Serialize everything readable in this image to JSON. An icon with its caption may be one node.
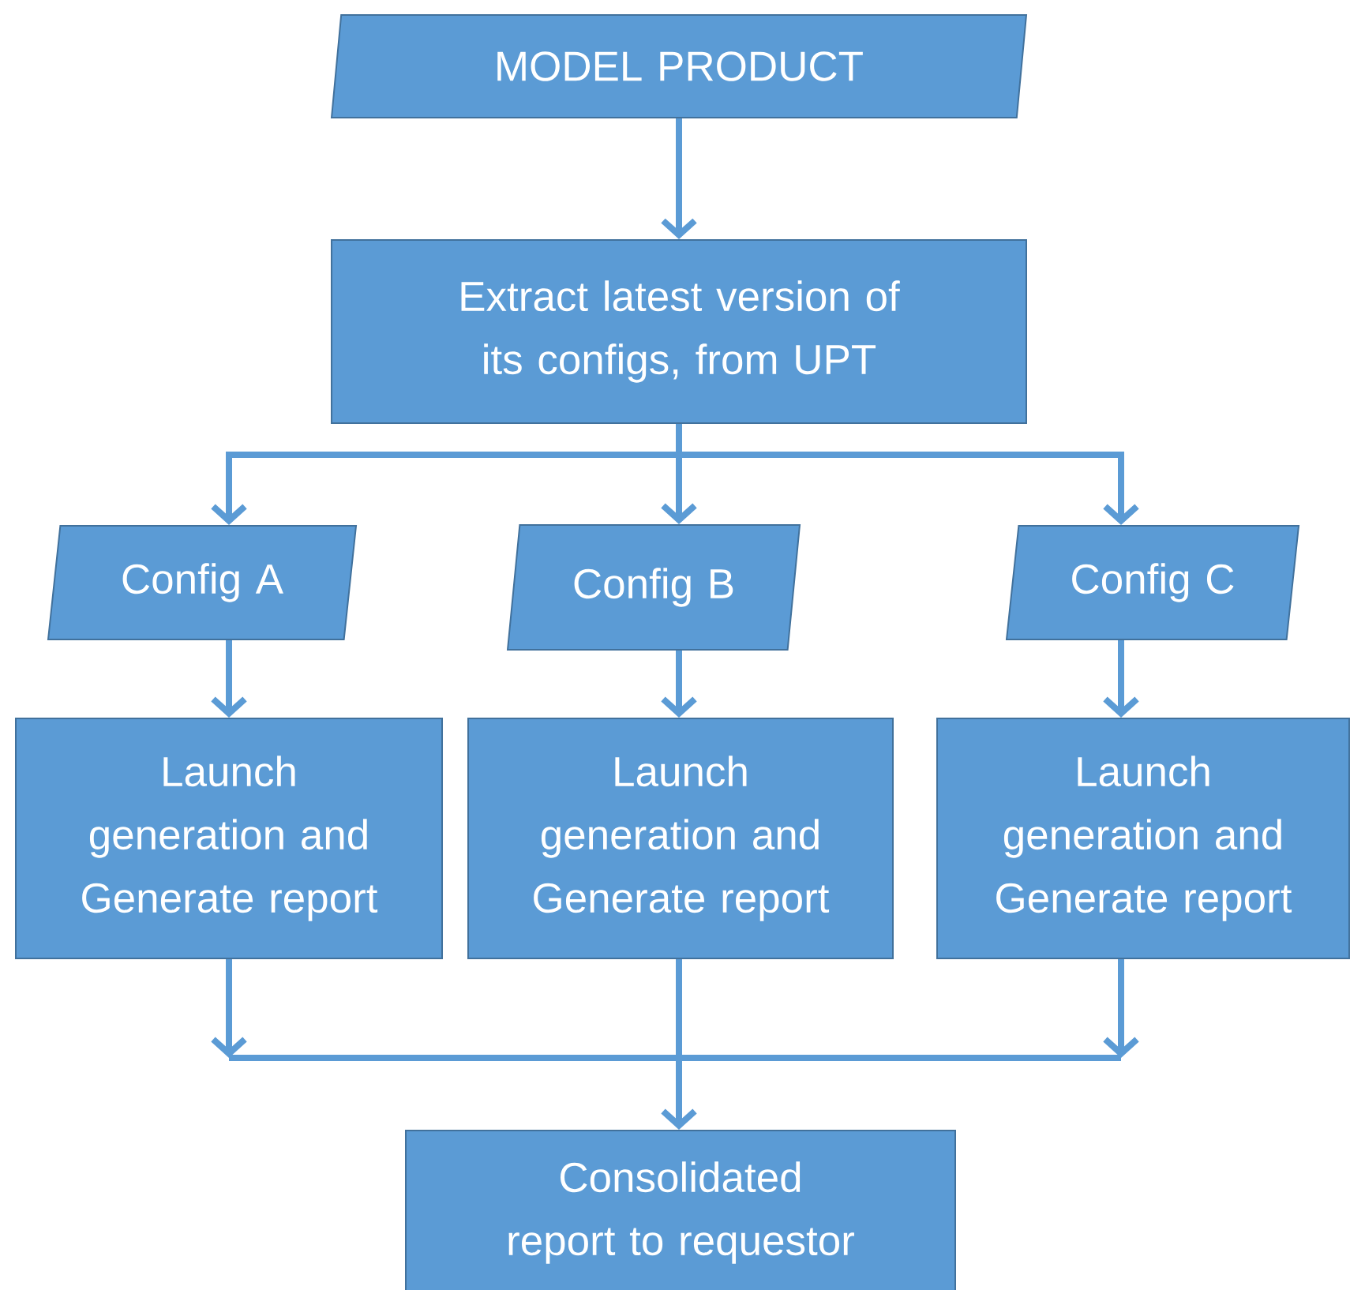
{
  "diagram": {
    "nodes": [
      {
        "text": [
          "MODEL PRODUCT"
        ]
      },
      {
        "text": [
          "Extract latest version of its configs, from UPT"
        ]
      },
      {
        "text": [
          "Config A"
        ]
      },
      {
        "text": [
          "Config B"
        ]
      },
      {
        "text": [
          "Config C"
        ]
      },
      {
        "text": [
          "Launch generation and Generate report"
        ]
      },
      {
        "text": [
          "Launch generation and Generate report"
        ]
      },
      {
        "text": [
          "Launch generation and Generate report"
        ]
      },
      {
        "text": [
          "Consolidated report to requestor"
        ]
      }
    ],
    "edges": [
      {
        "from": 0,
        "to": 1,
        "arrow": "to"
      },
      {
        "from": 1,
        "to": 2,
        "arrow": "to"
      },
      {
        "from": 1,
        "to": 3,
        "arrow": "to"
      },
      {
        "from": 1,
        "to": 4,
        "arrow": "to"
      },
      {
        "from": 2,
        "to": 5,
        "arrow": "to"
      },
      {
        "from": 3,
        "to": 6,
        "arrow": "to"
      },
      {
        "from": 4,
        "to": 7,
        "arrow": "to"
      },
      {
        "from": 5,
        "to": 8,
        "arrow": "to"
      },
      {
        "from": 6,
        "to": 8,
        "arrow": "to"
      },
      {
        "from": 7,
        "to": 8,
        "arrow": "to"
      }
    ]
  }
}
